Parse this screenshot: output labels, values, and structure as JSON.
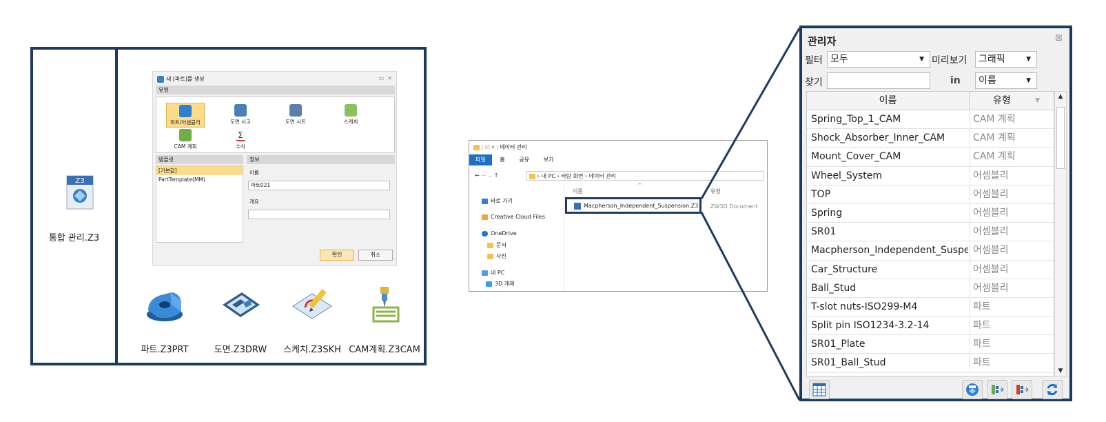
{
  "panel1": {
    "integrated_label": "통합 관리.Z3",
    "z3_badge": "Z3",
    "dialog": {
      "title": "새 [파트]를 생성",
      "type_header": "유형",
      "types": [
        {
          "label": "파트/어셈블리",
          "icon": "part-icon",
          "selected": true
        },
        {
          "label": "도면 시고",
          "icon": "drawing-pack-icon",
          "selected": false
        },
        {
          "label": "도면 시트",
          "icon": "drawing-sheet-icon",
          "selected": false
        },
        {
          "label": "스케치",
          "icon": "sketch-icon",
          "selected": false
        },
        {
          "label": "CAM 계획",
          "icon": "cam-plan-icon",
          "selected": false
        },
        {
          "label": "수식",
          "icon": "equation-icon",
          "selected": false
        }
      ],
      "template_header": "템플릿",
      "templates": [
        "[기본값]",
        "PartTemplate(MM)"
      ],
      "info_header": "정보",
      "name_label": "이름",
      "name_value": "파트021",
      "summary_label": "개요",
      "summary_value": "",
      "ok_label": "확인",
      "cancel_label": "취소"
    },
    "file_types": [
      {
        "label": "파트.Z3PRT",
        "icon": "part-file-icon"
      },
      {
        "label": "도면.Z3DRW",
        "icon": "drawing-file-icon"
      },
      {
        "label": "스케치.Z3SKH",
        "icon": "sketch-file-icon"
      },
      {
        "label": "CAM계획.Z3CAM",
        "icon": "cam-file-icon"
      }
    ]
  },
  "explorer": {
    "title": "데이터 관리",
    "ribbon": [
      "파일",
      "홈",
      "공유",
      "보기"
    ],
    "address": "내 PC  ›  바탕 화면  ›  데이터 관리",
    "nav": [
      "바로 가기",
      "Creative Cloud Files",
      "OneDrive",
      "문서",
      "사진",
      "내 PC",
      "3D 개체"
    ],
    "column_name": "이름",
    "column_type": "유형",
    "file_name": "Macpherson_Independent_Suspension.Z3",
    "file_type": "ZW3D Document"
  },
  "manager": {
    "title": "관리자",
    "filter_label": "필터",
    "filter_value": "모두",
    "preview_label": "미리보기",
    "preview_value": "그래픽",
    "find_label": "찾기",
    "find_value": "",
    "in_label": "in",
    "in_value": "이름",
    "col_name": "이름",
    "col_type": "유형",
    "rows": [
      {
        "name": "Spring_Top_1_CAM",
        "type": "CAM 계획"
      },
      {
        "name": "Shock_Absorber_Inner_CAM",
        "type": "CAM 계획"
      },
      {
        "name": "Mount_Cover_CAM",
        "type": "CAM 계획"
      },
      {
        "name": "Wheel_System",
        "type": "어셈블리"
      },
      {
        "name": "TOP",
        "type": "어셈블리"
      },
      {
        "name": "Spring",
        "type": "어셈블리"
      },
      {
        "name": "SR01",
        "type": "어셈블리"
      },
      {
        "name": "Macpherson_Independent_Suspe...",
        "type": "어셈블리"
      },
      {
        "name": "Car_Structure",
        "type": "어셈블리"
      },
      {
        "name": "Ball_Stud",
        "type": "어셈블리"
      },
      {
        "name": "T-slot nuts-ISO299-M4",
        "type": "파트"
      },
      {
        "name": "Split pin ISO1234-3.2-14",
        "type": "파트"
      },
      {
        "name": "SR01_Plate",
        "type": "파트"
      },
      {
        "name": "SR01_Ball_Stud",
        "type": "파트"
      }
    ]
  },
  "colors": {
    "frame": "#1c3a5e",
    "selection": "#fbdc8b",
    "explorer_accent": "#1d6fc8"
  }
}
